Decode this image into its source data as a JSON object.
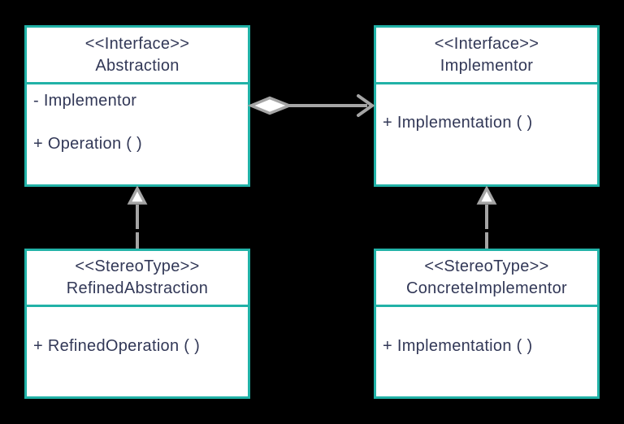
{
  "colors": {
    "background": "#000000",
    "box_border": "#21b2a7",
    "box_fill": "#ffffff",
    "text": "#323857",
    "connector": "#a5a5a5"
  },
  "classes": [
    {
      "stereotype": "<<Interface>>",
      "name": "Abstraction",
      "members": [
        "- Implementor",
        "+ Operation ( )"
      ]
    },
    {
      "stereotype": "<<Interface>>",
      "name": "Implementor",
      "members": [
        "+ Implementation ( )"
      ]
    },
    {
      "stereotype": "<<StereoType>>",
      "name": "RefinedAbstraction",
      "members": [
        "+ RefinedOperation ( )"
      ]
    },
    {
      "stereotype": "<<StereoType>>",
      "name": "ConcreteImplementor",
      "members": [
        "+ Implementation ( )"
      ]
    }
  ],
  "relationships": [
    {
      "type": "aggregation",
      "from": "Abstraction",
      "to": "Implementor"
    },
    {
      "type": "realization",
      "from": "RefinedAbstraction",
      "to": "Abstraction"
    },
    {
      "type": "realization",
      "from": "ConcreteImplementor",
      "to": "Implementor"
    }
  ]
}
